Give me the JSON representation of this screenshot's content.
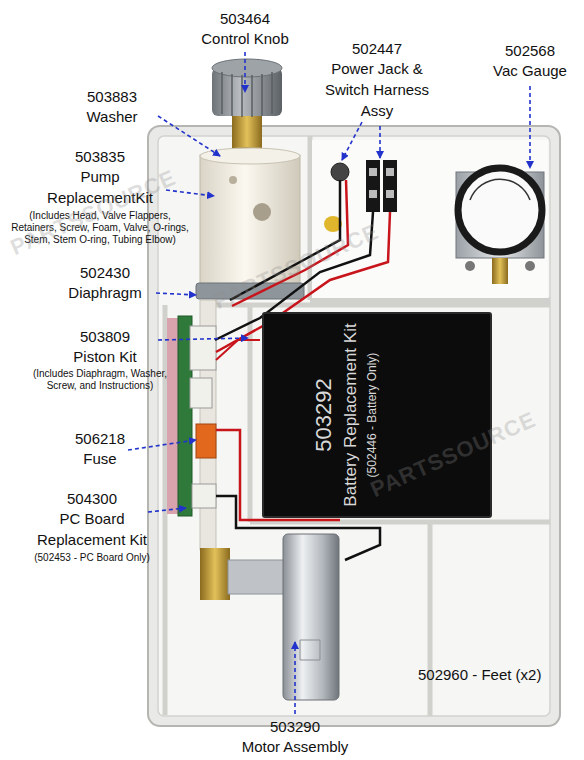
{
  "diagram": {
    "nodes": [
      {
        "text": [
          "503292",
          "Battery Replacement Kit",
          "(502446 - Battery Only)"
        ]
      }
    ],
    "labels": [
      "503464",
      "Control Knob",
      "503883",
      "Washer",
      "502447",
      "Power Jack & Switch Harness Assy",
      "502568",
      "Vac Gauge",
      "503835",
      "Pump ReplacementKit",
      "(Includes Head, Valve Flappers, Retainers, Screw, Foam, Valve, O-rings, Stem, Stem O-ring, Tubing Elbow)",
      "502430",
      "Diaphragm",
      "503809",
      "Piston Kit",
      "(Includes Diaphragm, Washer, Screw, and Instructions)",
      "506218",
      "Fuse",
      "504300",
      "PC Board Replacement Kit",
      "(502453 - PC Board Only)",
      "502960 - Feet (x2)",
      "503290",
      "Motor Assembly",
      "PARTSSOURCE",
      "PARTSSOURCE",
      "PARTSSOURCE"
    ]
  }
}
